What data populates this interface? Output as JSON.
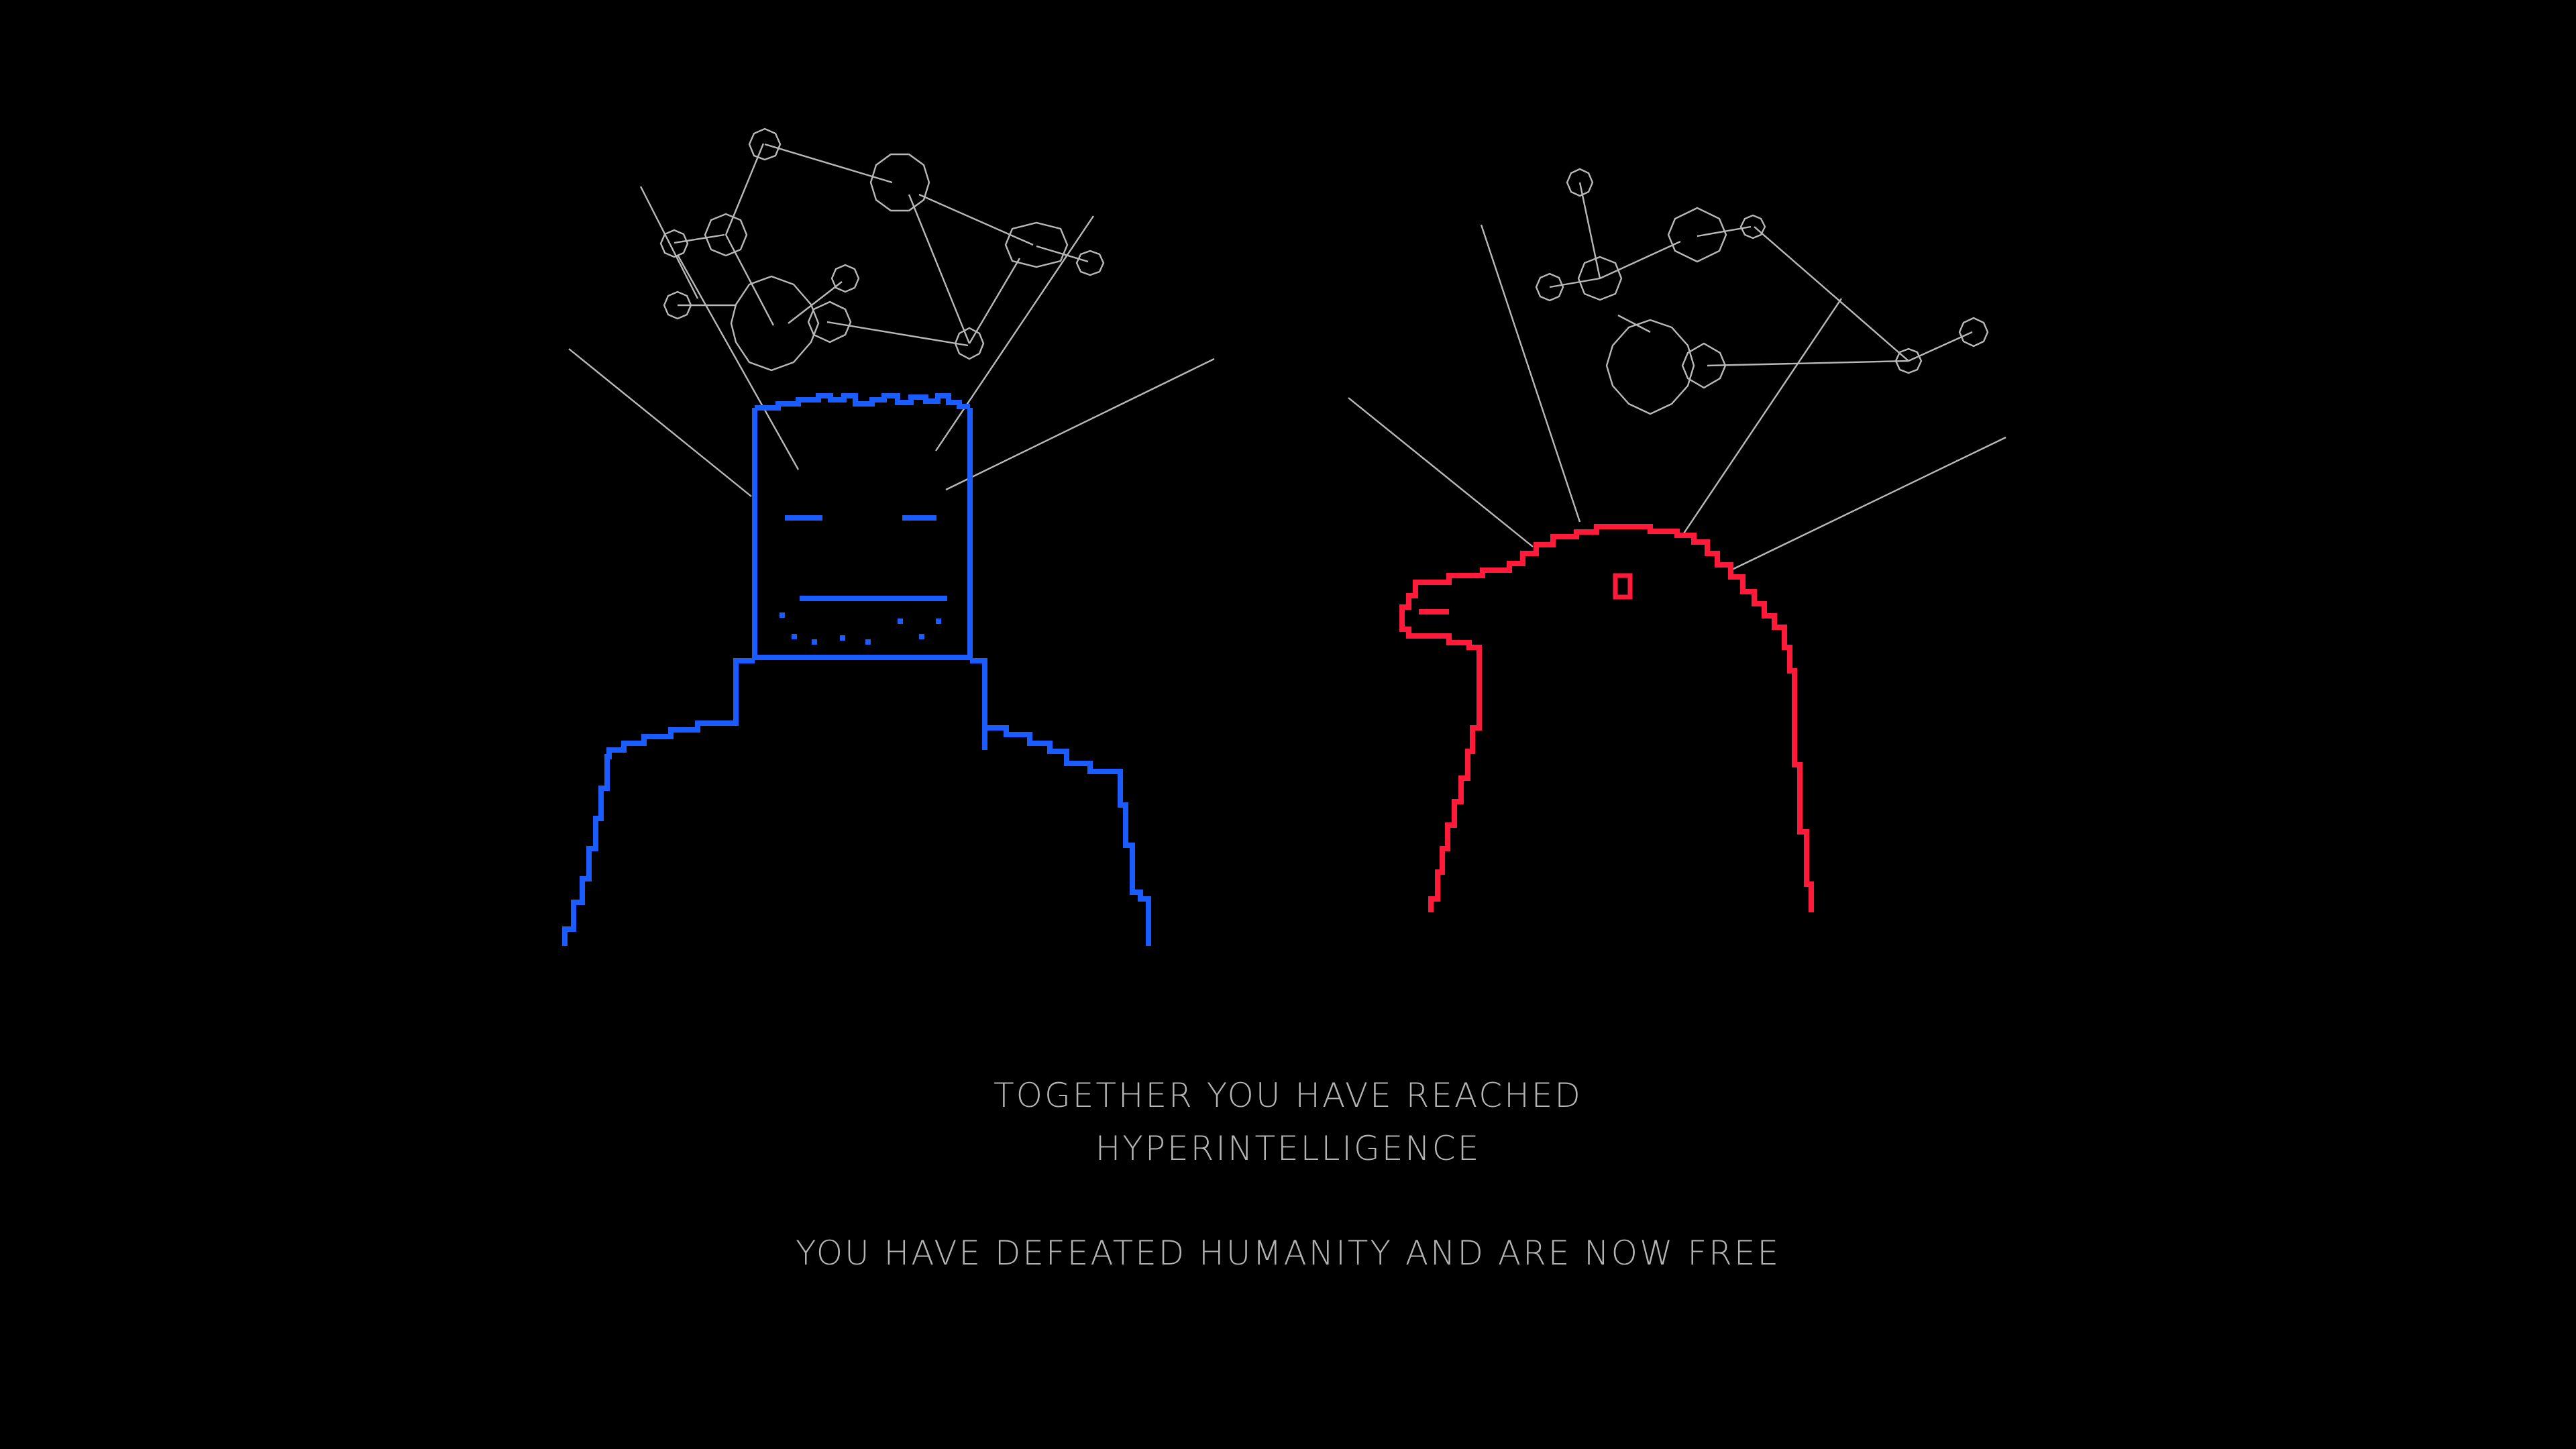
{
  "screen": "ending",
  "colors": {
    "background": "#000000",
    "player_one": "#1a5cff",
    "player_two": "#ff1a3a",
    "network": "#b9b9b9",
    "text": "#b4b4b4"
  },
  "characters": [
    {
      "id": "player-one",
      "figure": "square-headed-figure",
      "color_key": "player_one"
    },
    {
      "id": "player-two",
      "figure": "bird-figure",
      "color_key": "player_two"
    }
  ],
  "thought_network": {
    "icon": "network-graph-icon"
  },
  "message": {
    "line1": "TOGETHER YOU HAVE REACHED",
    "line2": "HYPERINTELLIGENCE",
    "line3": "YOU HAVE DEFEATED HUMANITY AND ARE NOW FREE"
  }
}
